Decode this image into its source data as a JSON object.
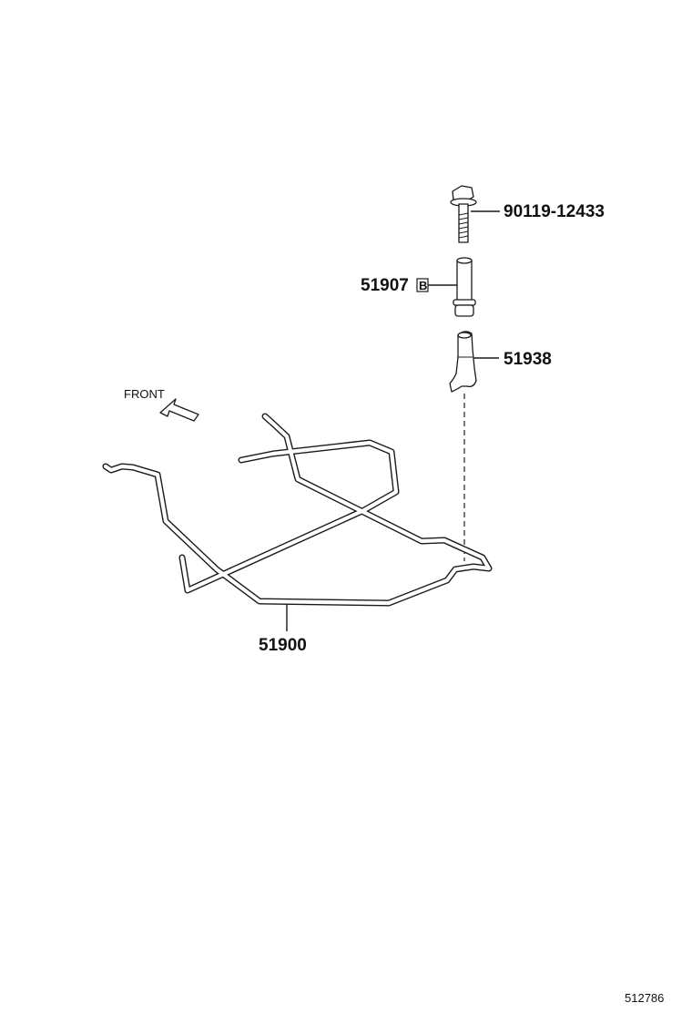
{
  "callouts": {
    "bolt": "90119-12433",
    "collar": "51907",
    "bracket": "51938",
    "jack_handle": "51900"
  },
  "collar_marker": "B",
  "orientation": {
    "label": "FRONT"
  },
  "diagram_id": "512786"
}
